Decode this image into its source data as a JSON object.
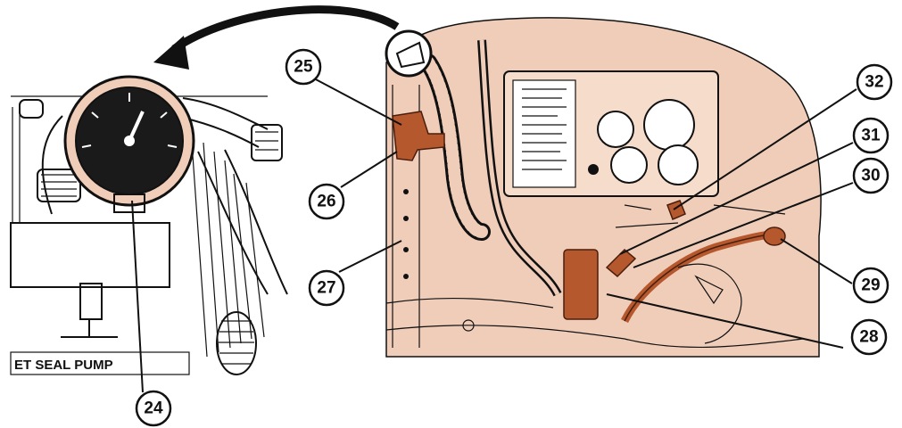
{
  "colors": {
    "background": "#ffffff",
    "panel_tint": "#f0cdb9",
    "highlight_part": "#b5582e",
    "ink": "#111111"
  },
  "plate_text": "ET SEAL PUMP",
  "callouts": [
    {
      "id": "24",
      "label": "24",
      "target": "pressure gauge"
    },
    {
      "id": "25",
      "label": "25"
    },
    {
      "id": "26",
      "label": "26"
    },
    {
      "id": "27",
      "label": "27"
    },
    {
      "id": "28",
      "label": "28"
    },
    {
      "id": "29",
      "label": "29"
    },
    {
      "id": "30",
      "label": "30"
    },
    {
      "id": "31",
      "label": "31"
    },
    {
      "id": "32",
      "label": "32"
    }
  ]
}
